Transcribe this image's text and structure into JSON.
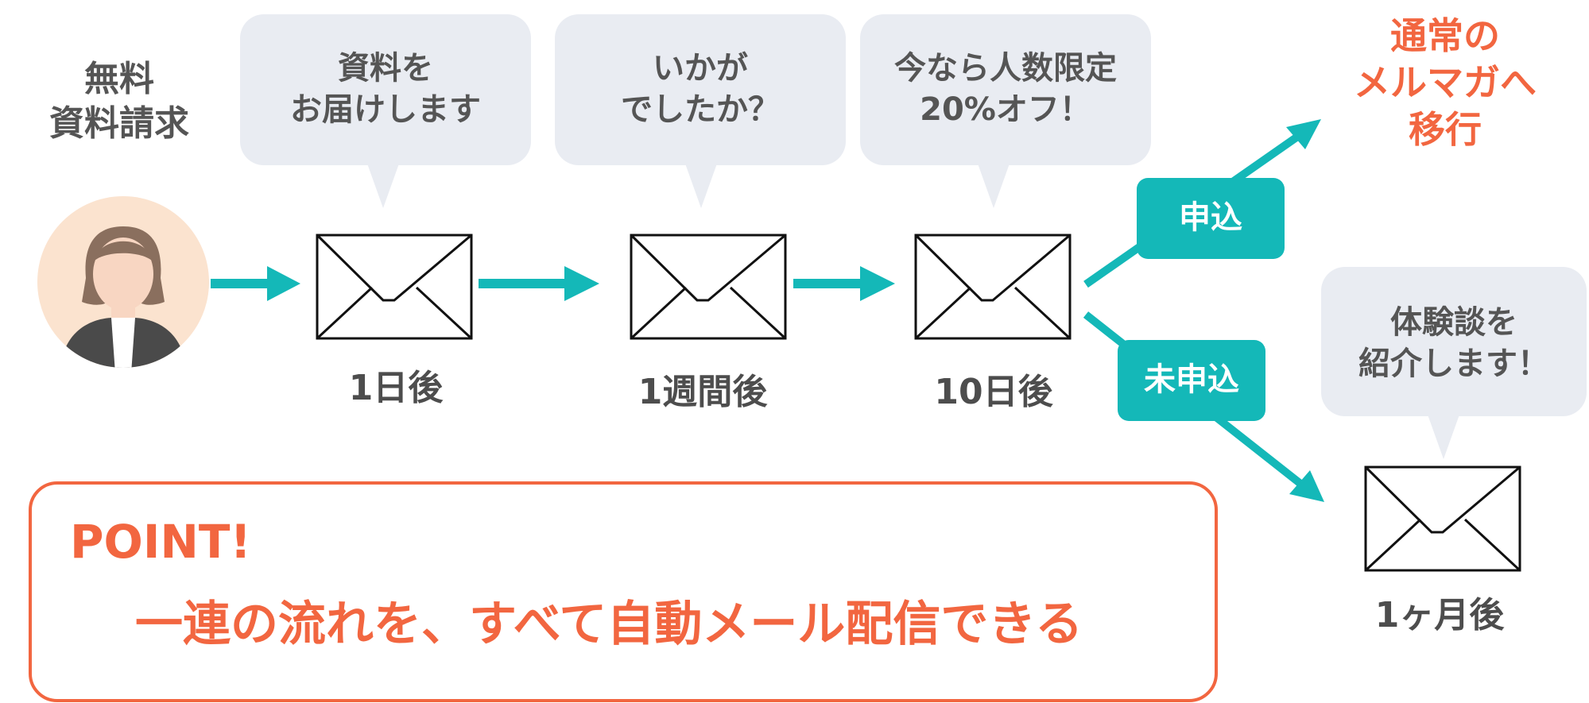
{
  "requester_label": {
    "line1": "無料",
    "line2": "資料請求"
  },
  "steps": [
    {
      "bubble_line1": "資料を",
      "bubble_line2": "お届けします",
      "delay": "1日後"
    },
    {
      "bubble_line1": "いかが",
      "bubble_line2": "でしたか？",
      "delay": "1週間後"
    },
    {
      "bubble_line1": "今なら人数限定",
      "bubble_line2": "20%オフ！",
      "delay": "10日後"
    }
  ],
  "branches": {
    "applied": {
      "label": "申込",
      "result_line1": "通常の",
      "result_line2": "メルマガへ",
      "result_line3": "移行"
    },
    "not_applied": {
      "label": "未申込",
      "bubble_line1": "体験談を",
      "bubble_line2": "紹介します！",
      "delay": "1ヶ月後"
    }
  },
  "point": {
    "title": "POINT!",
    "text": "一連の流れを、すべて自動メール配信できる"
  },
  "colors": {
    "teal": "#14b8b8",
    "orange": "#f26640",
    "bubble": "#e9ecf2",
    "avatar_bg": "#fbe3cf"
  }
}
